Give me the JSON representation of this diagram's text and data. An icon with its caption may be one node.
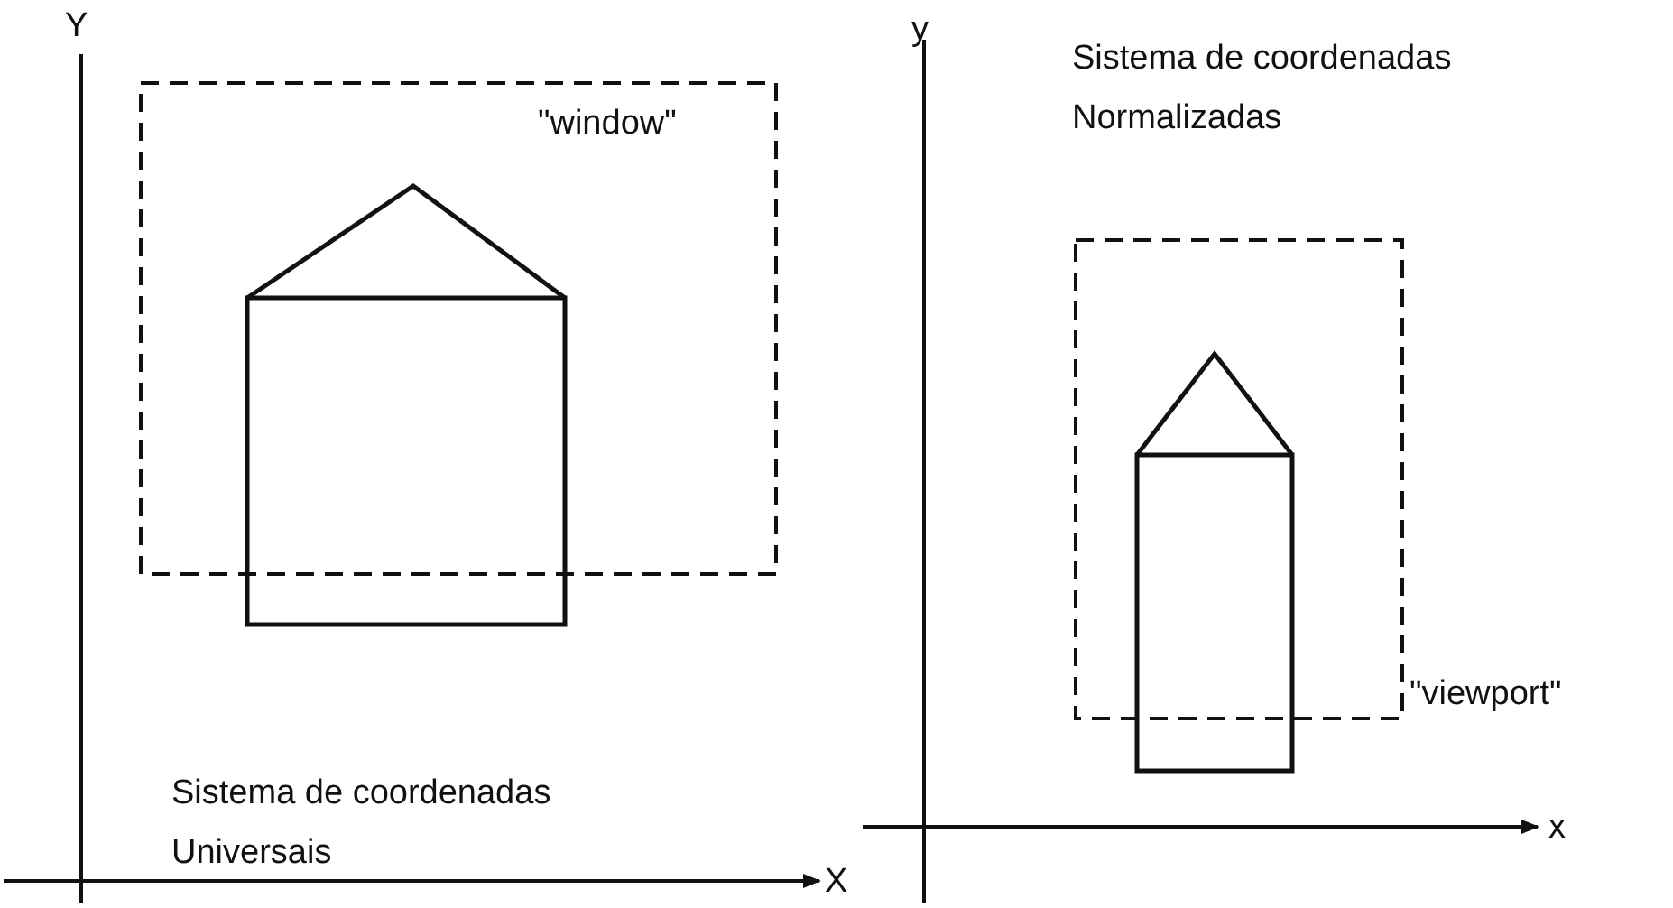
{
  "diagram": {
    "labels": [
      "Y",
      "\"window\"",
      "Sistema de coordenadas Universais",
      "X",
      "y",
      "Sistema de coordenadas Normalizadas",
      "\"viewport\"",
      "x"
    ]
  }
}
